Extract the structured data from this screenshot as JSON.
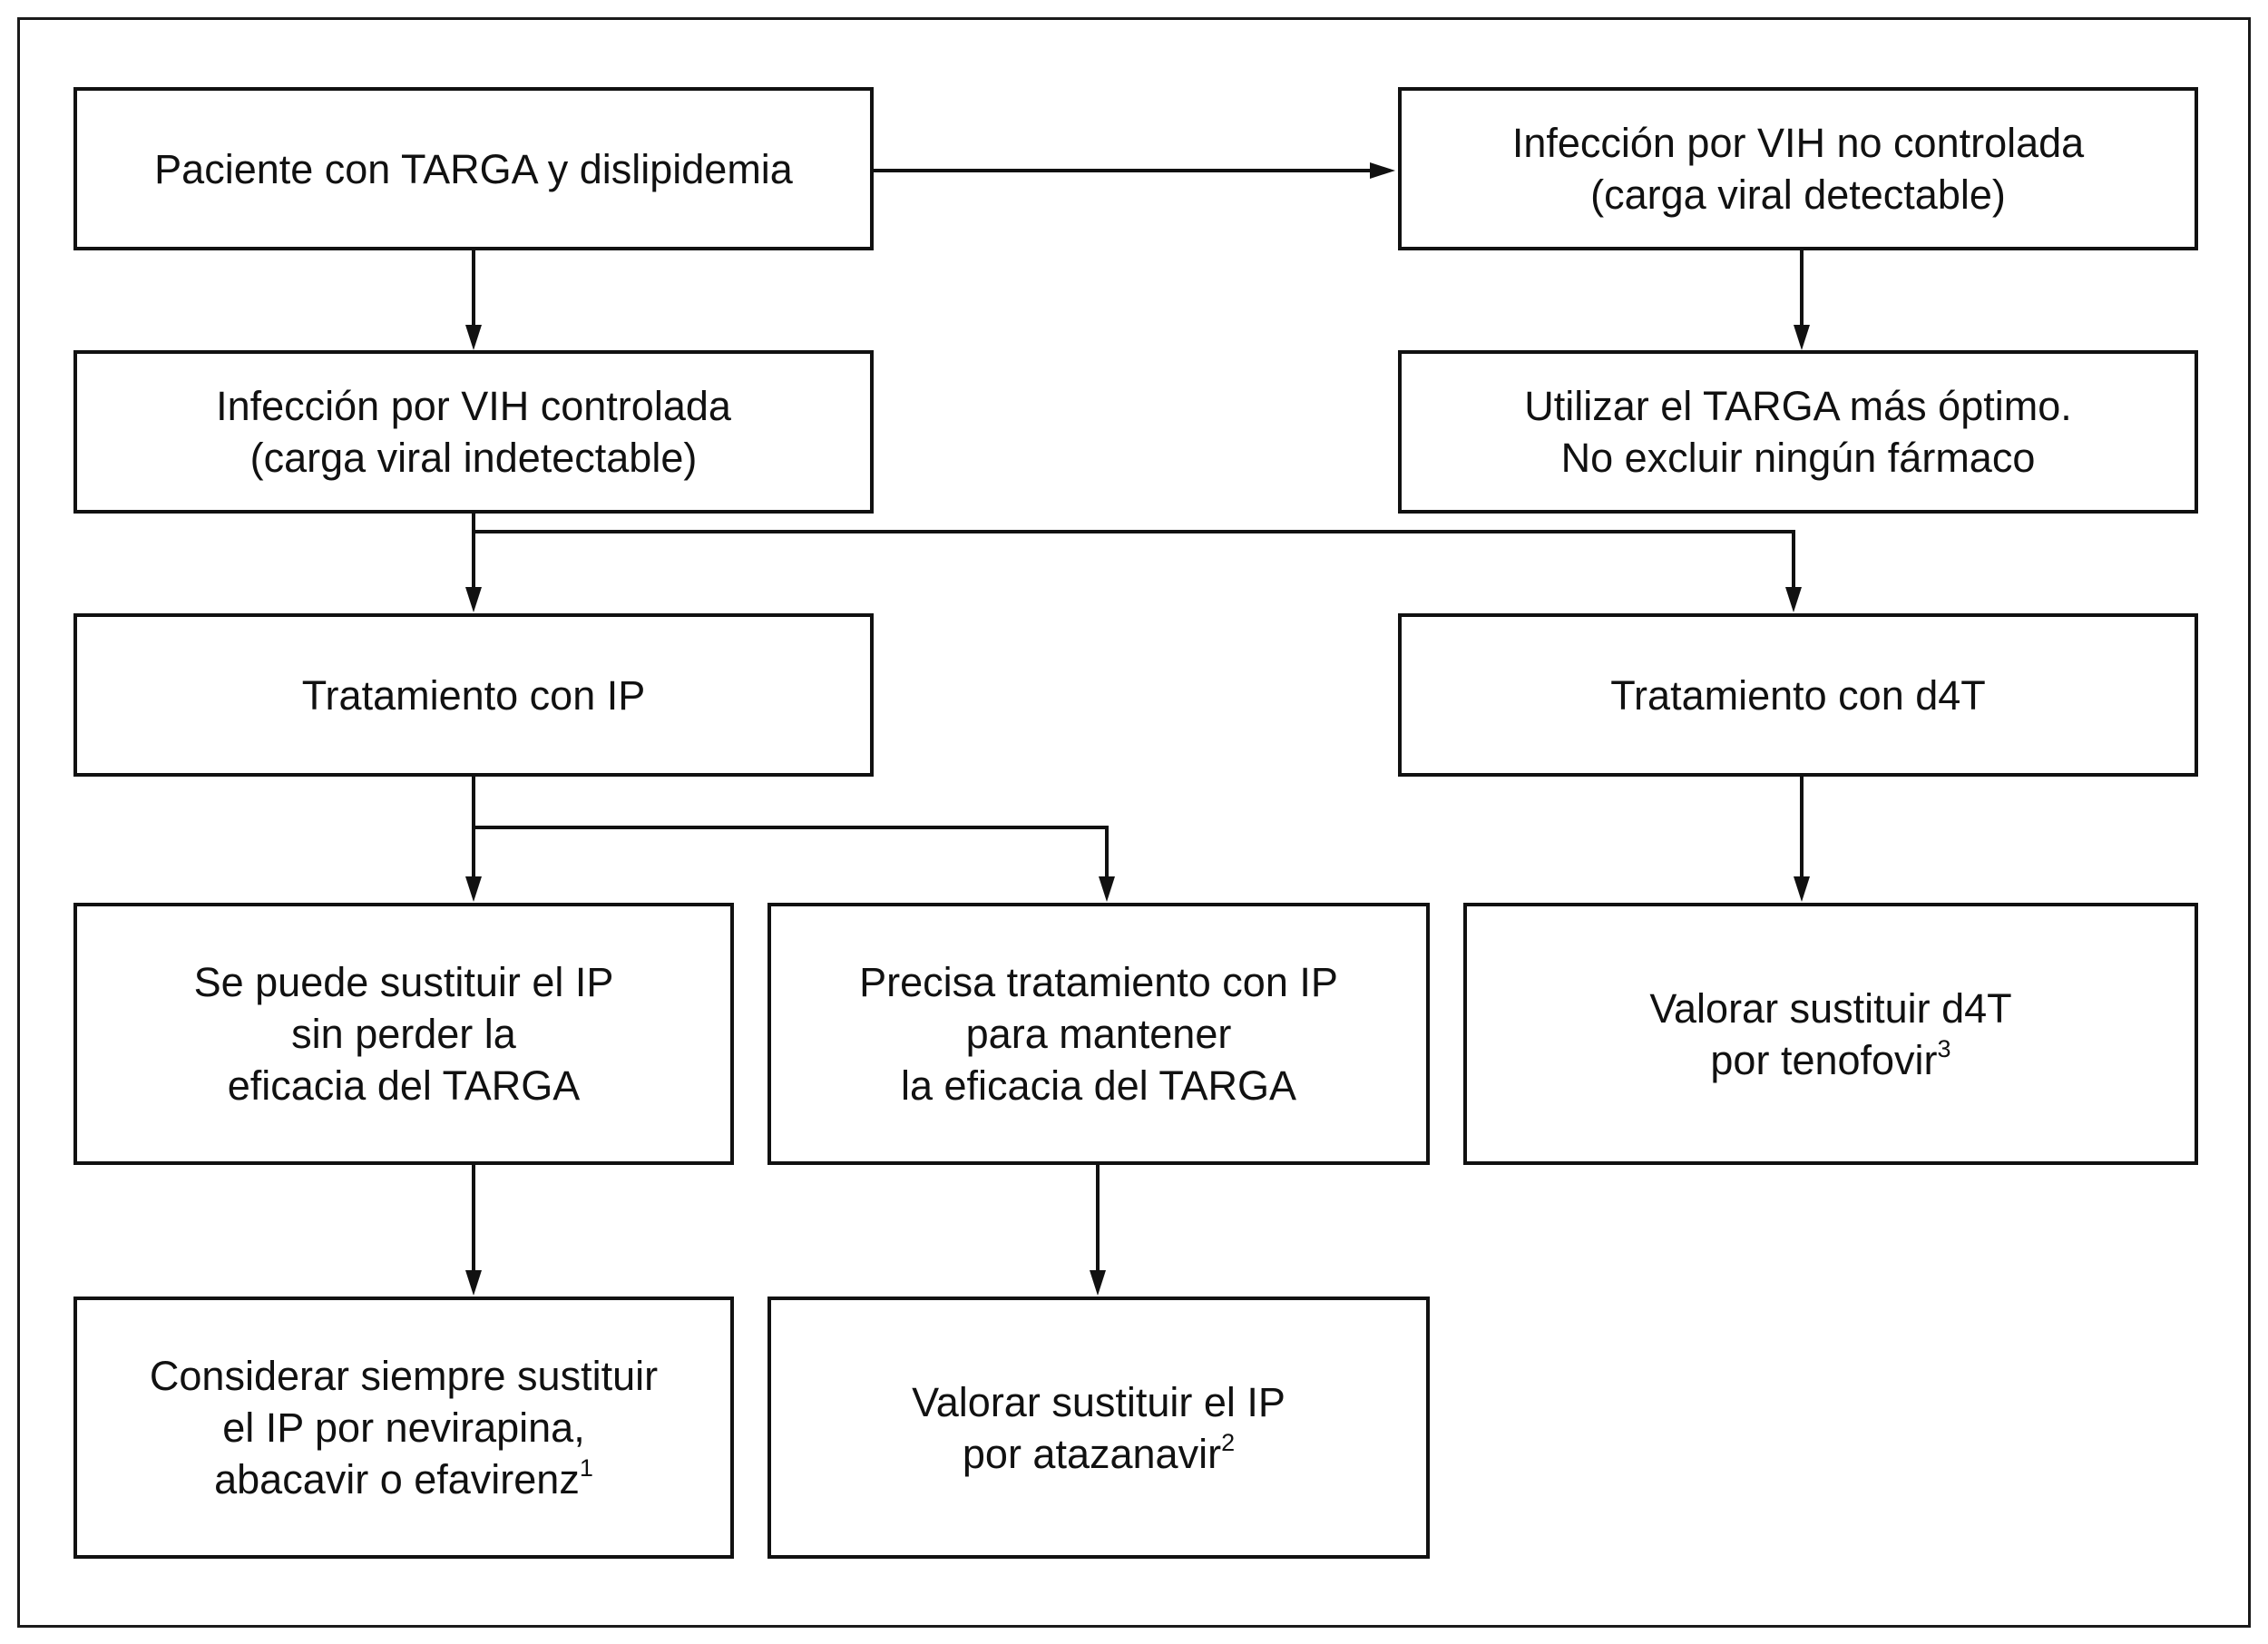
{
  "boxes": {
    "patient": {
      "text": "Paciente con TARGA y dislipidemia"
    },
    "uncontrolled": {
      "text": "Infección por VIH no controlada\n(carga viral detectable)"
    },
    "controlled": {
      "text": "Infección por VIH controlada\n(carga viral indetectable)"
    },
    "optimal": {
      "text": "Utilizar el TARGA más óptimo.\nNo excluir ningún fármaco"
    },
    "ip_treatment": {
      "text": "Tratamiento con IP"
    },
    "d4t_treatment": {
      "text": "Tratamiento con d4T"
    },
    "can_replace": {
      "text": "Se puede sustituir el IP\nsin perder la\neficacia del TARGA"
    },
    "needs_ip": {
      "text": "Precisa tratamiento con IP\npara mantener\nla eficacia del TARGA"
    },
    "tenofovir": {
      "text": "Valorar sustituir d4T\npor tenofovir",
      "sup": "3"
    },
    "nevirapine": {
      "text": "Considerar siempre sustituir\nel IP por nevirapina,\nabacavir o efavirenz",
      "sup": "1"
    },
    "atazanavir": {
      "text": "Valorar sustituir el IP\npor atazanavir",
      "sup": "2"
    }
  }
}
